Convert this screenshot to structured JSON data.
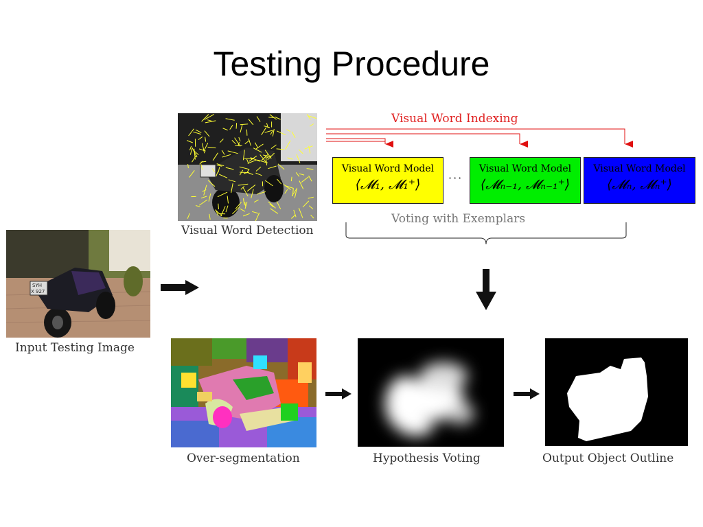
{
  "slide": {
    "title": "Testing Procedure"
  },
  "captions": {
    "input": "Input Testing Image",
    "detection": "Visual Word Detection",
    "overseg": "Over-segmentation",
    "voting": "Hypothesis Voting",
    "outline": "Output Object Outline"
  },
  "indexing": {
    "label": "Visual Word Indexing"
  },
  "voting_label": "Voting with Exemplars",
  "ellipsis": "···",
  "models": [
    {
      "title": "Visual Word Model",
      "formula": "⟨𝓜₁, 𝓜₁⁺⟩",
      "color": "#ffff00"
    },
    {
      "title": "Visual Word Model",
      "formula": "⟨𝓜ₙ₋₁, 𝓜ₙ₋₁⁺⟩",
      "color": "#00ee00"
    },
    {
      "title": "Visual Word Model",
      "formula": "⟨𝓜ₙ, 𝓜ₙ⁺⟩",
      "color": "#0000ff"
    }
  ],
  "plate": {
    "line1": "SYH",
    "line2": "X 927"
  }
}
